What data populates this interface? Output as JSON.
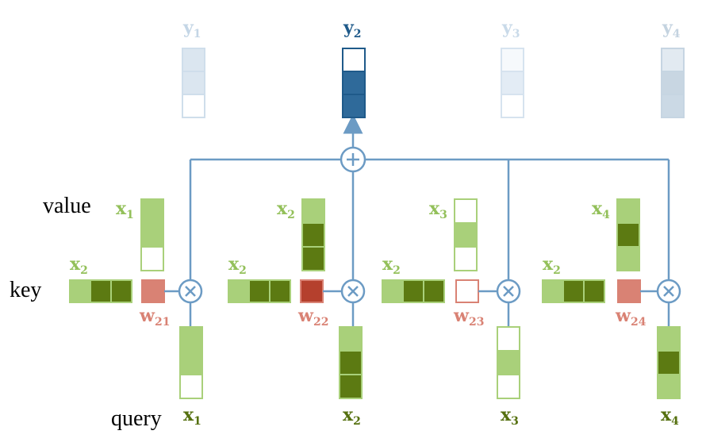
{
  "labels": {
    "value": "value",
    "key": "key",
    "query": "query"
  },
  "colors": {
    "line": "#6c9bc4",
    "weak_green": "#a9d07a",
    "strong_green": "#5c7a12",
    "salmon": "#d98274",
    "dark_red": "#b5402d",
    "blue_dark": "#2f6a9a",
    "blue_pale": "#dbe6f0",
    "green_text": "#93c05a",
    "green_dark_text": "#55700f",
    "red_text": "#d98274"
  },
  "outputs": [
    {
      "base": "y",
      "sub": "1",
      "cells": [
        "#dbe6f0",
        "#dbe6f0",
        "#ffffff"
      ],
      "border": "#cfdeeb",
      "text": "#c4d6e6"
    },
    {
      "base": "y",
      "sub": "2",
      "cells": [
        "#ffffff",
        "#2f6a9a",
        "#2f6a9a"
      ],
      "border": "#1f5a8a",
      "text": "#1f5a8a"
    },
    {
      "base": "y",
      "sub": "3",
      "cells": [
        "#f6f9fc",
        "#e3ecf5",
        "#ffffff"
      ],
      "border": "#d6e3ef",
      "text": "#c9dae9"
    },
    {
      "base": "y",
      "sub": "4",
      "cells": [
        "#e2eaf1",
        "#c8d6e2",
        "#cbd9e5"
      ],
      "border": "#c6d5e2",
      "text": "#c4d3e0"
    }
  ],
  "columns": [
    {
      "value": {
        "base": "x",
        "sub": "1",
        "cells": [
          "#a9d07a",
          "#a9d07a",
          "#ffffff"
        ]
      },
      "key": {
        "base": "x",
        "sub": "2",
        "cells": [
          "#a9d07a",
          "#5c7a12",
          "#5c7a12"
        ]
      },
      "weight": {
        "base": "w",
        "sub": "21",
        "fill": "#d98274"
      },
      "query": {
        "base": "x",
        "sub": "1",
        "cells": [
          "#a9d07a",
          "#a9d07a",
          "#ffffff"
        ]
      }
    },
    {
      "value": {
        "base": "x",
        "sub": "2",
        "cells": [
          "#a9d07a",
          "#5c7a12",
          "#5c7a12"
        ]
      },
      "key": {
        "base": "x",
        "sub": "2",
        "cells": [
          "#a9d07a",
          "#5c7a12",
          "#5c7a12"
        ]
      },
      "weight": {
        "base": "w",
        "sub": "22",
        "fill": "#b5402d"
      },
      "query": {
        "base": "x",
        "sub": "2",
        "cells": [
          "#a9d07a",
          "#5c7a12",
          "#5c7a12"
        ]
      }
    },
    {
      "value": {
        "base": "x",
        "sub": "3",
        "cells": [
          "#ffffff",
          "#a9d07a",
          "#ffffff"
        ]
      },
      "key": {
        "base": "x",
        "sub": "2",
        "cells": [
          "#a9d07a",
          "#5c7a12",
          "#5c7a12"
        ]
      },
      "weight": {
        "base": "w",
        "sub": "23",
        "fill": "#ffffff"
      },
      "query": {
        "base": "x",
        "sub": "3",
        "cells": [
          "#ffffff",
          "#a9d07a",
          "#ffffff"
        ]
      }
    },
    {
      "value": {
        "base": "x",
        "sub": "4",
        "cells": [
          "#a9d07a",
          "#5c7a12",
          "#a9d07a"
        ]
      },
      "key": {
        "base": "x",
        "sub": "2",
        "cells": [
          "#a9d07a",
          "#5c7a12",
          "#5c7a12"
        ]
      },
      "weight": {
        "base": "w",
        "sub": "24",
        "fill": "#d98274"
      },
      "query": {
        "base": "x",
        "sub": "4",
        "cells": [
          "#a9d07a",
          "#5c7a12",
          "#a9d07a"
        ]
      }
    }
  ]
}
